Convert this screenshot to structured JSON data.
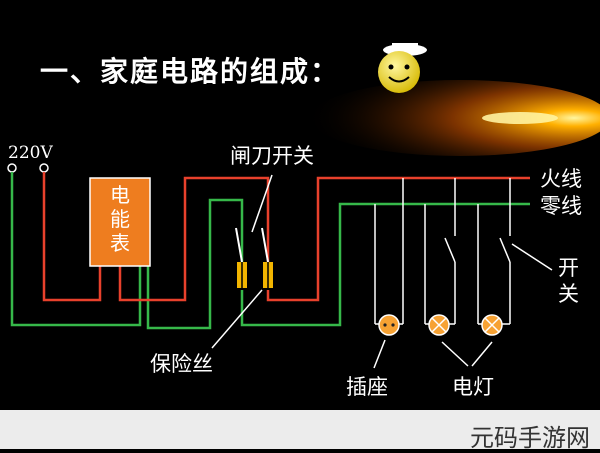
{
  "title": "一、家庭电路的组成：",
  "labels": {
    "voltage": "220V",
    "knife_switch": "闸刀开关",
    "live_wire": "火线",
    "neutral_wire": "零线",
    "meter": "电能表",
    "fuse": "保险丝",
    "switch_top": "开",
    "switch_bottom": "关",
    "socket": "插座",
    "lamp": "电灯"
  },
  "watermark": "元码手游网",
  "colors": {
    "live": "#e8412c",
    "neutral": "#36b84a",
    "meter": "#ee7d1f",
    "fuse": "#f2b500",
    "comet": "#ff8a00",
    "lamp": "#f7a233"
  },
  "icons": [
    "smiley-sailor-icon",
    "comet-decoration"
  ]
}
